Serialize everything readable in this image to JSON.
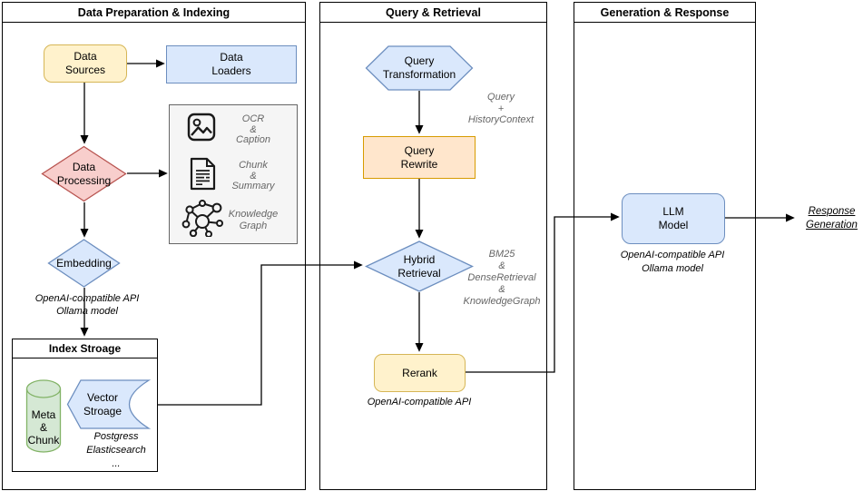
{
  "diagram": {
    "containers": {
      "left": {
        "title": "Data Preparation & Indexing"
      },
      "middle": {
        "title": "Query & Retrieval"
      },
      "right": {
        "title": "Generation & Response"
      }
    },
    "nodes": {
      "data_sources": {
        "lines": [
          "Data",
          "Sources"
        ]
      },
      "data_loaders": {
        "lines": [
          "Data",
          "Loaders"
        ]
      },
      "data_processing": {
        "lines": [
          "Data",
          "Processing"
        ]
      },
      "embedding": {
        "label": "Embedding"
      },
      "index_storage": {
        "title": "Index Stroage"
      },
      "meta_chunk": {
        "lines": [
          "Meta",
          "&",
          "Chunk"
        ]
      },
      "vector_storage": {
        "lines": [
          "Vector",
          "Stroage"
        ]
      },
      "query_transformation": {
        "lines": [
          "Query",
          "Transformation"
        ]
      },
      "query_rewrite": {
        "lines": [
          "Query",
          "Rewrite"
        ]
      },
      "hybrid_retrieval": {
        "lines": [
          "Hybrid",
          "Retrieval"
        ]
      },
      "rerank": {
        "label": "Rerank"
      },
      "llm_model": {
        "lines": [
          "LLM",
          "Model"
        ]
      }
    },
    "annotations": {
      "ocr_caption": {
        "lines": [
          "OCR",
          "&",
          "Caption"
        ]
      },
      "chunk_summary": {
        "lines": [
          "Chunk",
          "&",
          "Summary"
        ]
      },
      "knowledge_graph": {
        "lines": [
          "Knowledge",
          "Graph"
        ]
      },
      "embedding_api": {
        "lines": [
          "OpenAI-compatible API",
          "Ollama model"
        ]
      },
      "vector_backends": {
        "lines": [
          "Postgress",
          "Elasticsearch",
          "..."
        ]
      },
      "query_context": {
        "lines": [
          "Query",
          "+",
          "HistoryContext"
        ]
      },
      "retrieval_methods": {
        "lines": [
          "BM25",
          "&",
          "DenseRetrieval",
          "&",
          "KnowledgeGraph"
        ]
      },
      "rerank_api": {
        "lines": [
          "OpenAI-compatible API"
        ]
      },
      "llm_api": {
        "lines": [
          "OpenAI-compatible API",
          "Ollama model"
        ]
      },
      "response_generation": {
        "lines": [
          "Response",
          "Generation"
        ]
      }
    },
    "icons": [
      "image-icon",
      "document-icon",
      "knowledge-graph-icon",
      "database-cylinder"
    ],
    "colors": {
      "yellow_fill": "#FFF2CC",
      "yellow_stroke": "#D6B656",
      "blue_fill": "#DAE8FC",
      "blue_stroke": "#6C8EBF",
      "red_fill": "#F8CECC",
      "red_stroke": "#B85450",
      "green_fill": "#D5E8D4",
      "green_stroke": "#82B366",
      "orange_fill": "#FFE6CC",
      "orange_stroke": "#D79B00",
      "graybox_fill": "#F5F5F5",
      "graybox_stroke": "#666666",
      "annotation_gray": "#666666",
      "line_black": "#000000"
    }
  }
}
